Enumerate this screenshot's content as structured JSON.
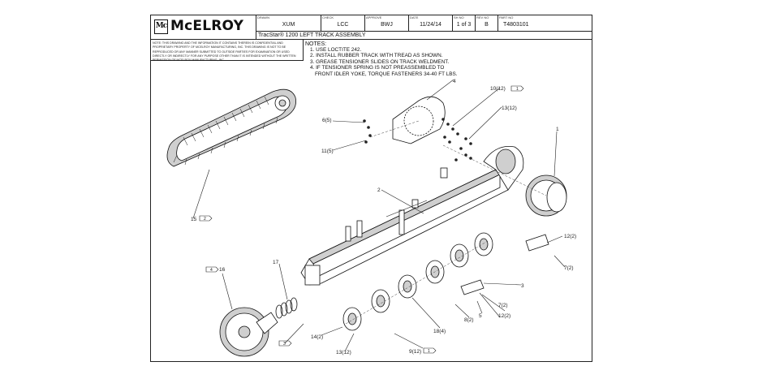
{
  "logo": {
    "mark": "Mc",
    "name": "McELROY"
  },
  "title_block": {
    "cells": [
      {
        "label": "DRAWN",
        "value": "XUM"
      },
      {
        "label": "CHECK",
        "value": "LCC"
      },
      {
        "label": "APPROVE",
        "value": "BWJ"
      },
      {
        "label": "DATE",
        "value": "11/24/14"
      },
      {
        "label": "SH NO",
        "value": "1 of 3"
      },
      {
        "label": "REV NO",
        "value": "B"
      },
      {
        "label": "PART NO",
        "value": "T4803101"
      }
    ],
    "title": "TracStar® 1200 LEFT TRACK ASSEMBLY"
  },
  "notice": "NOTE: THIS DRAWING AND THE INFORMATION IT CONTAINS THEREIN IS CONFIDENTIAL AND PROPRIETARY PROPERTY OF McElroy Manufacturing, Inc. THIS DRAWING IS NOT TO BE REPRODUCED OR ANY MANNER SUBMITTED TO OUTSIDE PARTIES FOR EXAMINATION OR USED DIRECTLY OR INDIRECTLY FOR ANY PURPOSE OTHER THAN IT IS INTENDED WITHOUT THE WRITTEN PERMISSION OF McElroy Manufacturing, Inc.",
  "notes": {
    "heading": "NOTES:",
    "items": [
      "1. USE LOCTITE 242.",
      "2. INSTALL RUBBER TRACK WITH TREAD AS SHOWN.",
      "3. GREASE TENSIONER SLIDES ON TRACK WELDMENT.",
      "4. IF TENSIONER SPRING IS NOT PREASSEMBLED TO",
      "FRONT IDLER YOKE, TORQUE FASTENERS 34-40 FT LBS."
    ]
  },
  "callouts": {
    "c1": "1",
    "c2": "2",
    "c3": "3",
    "c3b": "3",
    "c4": "4",
    "c5": "5",
    "c6": "6(5)",
    "c7a": "7(2)",
    "c7b": "7(2)",
    "c8": "8(2)",
    "c9": "9(12)",
    "c9flag": "1",
    "c10": "10(12)",
    "c10flag": "1",
    "c11": "11(5)",
    "c12a": "12(2)",
    "c12b": "12(2)",
    "c13a": "13(12)",
    "c13b": "13(12)",
    "c14": "14(2)",
    "c15": "15",
    "c15flag": "2",
    "c16": "16",
    "c16flag": "4",
    "c17": "17",
    "c18": "18(4)"
  }
}
